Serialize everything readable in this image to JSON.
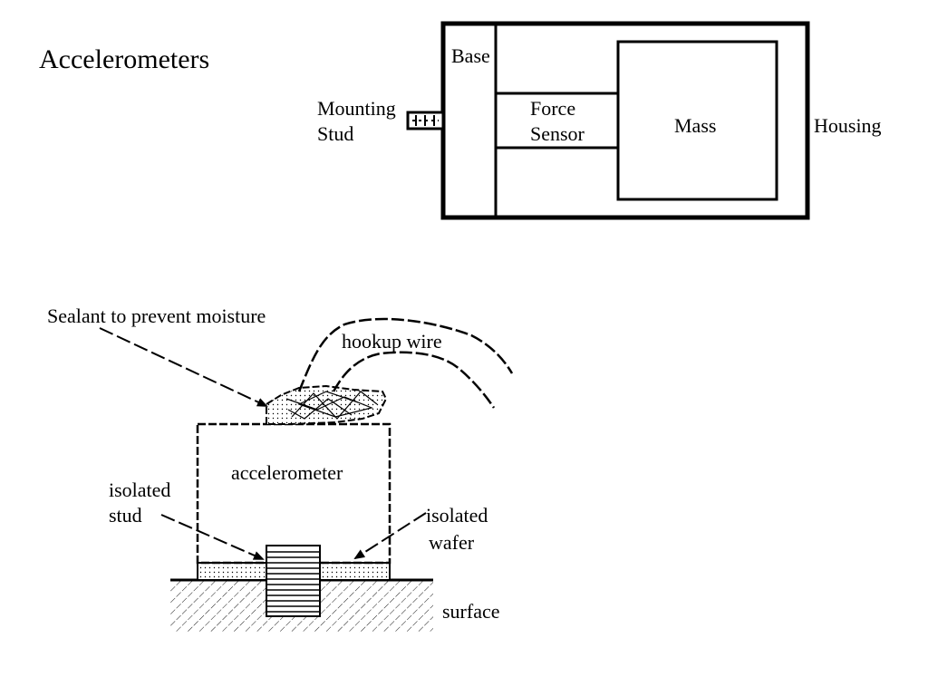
{
  "slide": {
    "title": "Accelerometers"
  },
  "top_diagram": {
    "base_label": "Base",
    "mounting_stud_label_line1": "Mounting",
    "mounting_stud_label_line2": "Stud",
    "force_sensor_label_line1": "Force",
    "force_sensor_label_line2": "Sensor",
    "mass_label": "Mass",
    "housing_label": "Housing"
  },
  "bottom_diagram": {
    "sealant_label": "Sealant to prevent moisture",
    "hookup_wire_label": "hookup wire",
    "accelerometer_label": "accelerometer",
    "isolated_stud_label_line1": "isolated",
    "isolated_stud_label_line2": "stud",
    "isolated_wafer_label_line1": "isolated",
    "isolated_wafer_label_line2": "wafer",
    "surface_label": "surface"
  }
}
